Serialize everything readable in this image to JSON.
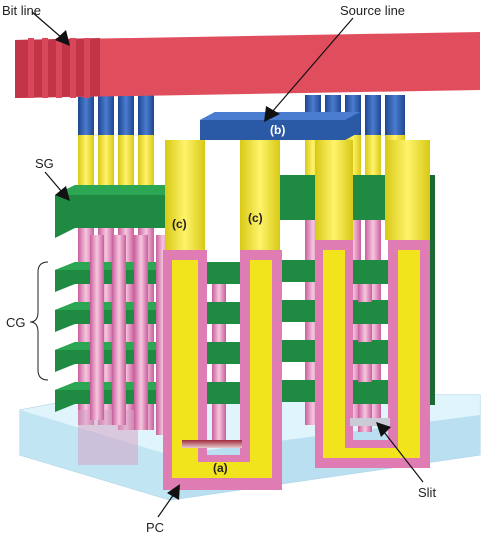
{
  "labels": {
    "bit_line": "Bit line",
    "source_line": "Source line",
    "sg": "SG",
    "cg": "CG",
    "pc": "PC",
    "slit": "Slit",
    "a": "(a)",
    "b": "(b)",
    "c_left": "(c)",
    "c_right": "(c)"
  },
  "colors": {
    "bit_line": "#e04e5e",
    "bit_line_side": "#c23447",
    "source_line": "#2a59a6",
    "via_blue": "#2b5db0",
    "yellow": "#f1e41c",
    "green": "#1f8a42",
    "green_top": "#2da653",
    "pink": "#e07cb4",
    "pink_light": "#f3c3dc",
    "substrate": "#d4eef8",
    "substrate_edge": "#a7d2e4",
    "arrow": "#111111"
  }
}
